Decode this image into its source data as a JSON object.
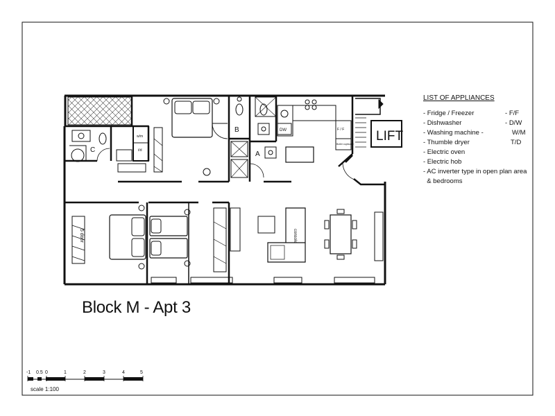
{
  "title": "Block M - Apt 3",
  "lift_label": "LIFT",
  "rooms": {
    "a": "A",
    "b": "B",
    "c": "C"
  },
  "fixture_labels": {
    "wm": "w/m",
    "td": "t/d",
    "dw": "DW",
    "ff": "F / F",
    "boiler": "Boiler cupboard"
  },
  "furniture_labels": {
    "wardrobe": "5 door",
    "console": "console"
  },
  "appliances": {
    "heading": "LIST OF APPLIANCES",
    "items": [
      {
        "label": "- Fridge / Freezer",
        "code": "F/F"
      },
      {
        "label": "- Dishwasher",
        "code": "D/W"
      },
      {
        "label": "- Washing machine -",
        "code": "W/M"
      },
      {
        "label": "- Thumble dryer",
        "code": "T/D"
      },
      {
        "label": "- Electric oven",
        "code": ""
      },
      {
        "label": "- Electric hob",
        "code": ""
      },
      {
        "label": "- AC inverter type in open plan area",
        "code": ""
      },
      {
        "label": "  & bedrooms",
        "code": ""
      }
    ]
  },
  "scale": {
    "caption": "scale 1:100",
    "ticks": [
      "-1",
      "0.5",
      "0",
      "1",
      "2",
      "3",
      "4",
      "5"
    ]
  }
}
